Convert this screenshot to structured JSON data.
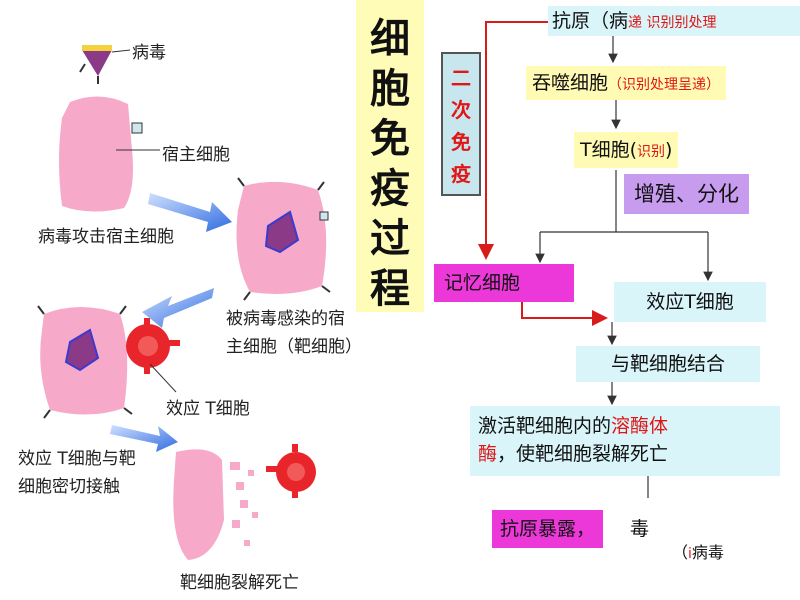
{
  "title": [
    "细",
    "胞",
    "免",
    "疫",
    "过",
    "程"
  ],
  "left_labels": {
    "virus": "病毒",
    "host_cell": "宿主细胞",
    "virus_attack": "病毒攻击宿主细胞",
    "infected_1": "被病毒感染的宿",
    "infected_2": "主细胞（靶细胞）",
    "effector_t": "效应 T细胞",
    "contact_1": "效应 T细胞与靶",
    "contact_2": "细胞密切接触",
    "lysis": "靶细胞裂解死亡"
  },
  "secondary": [
    "二",
    "次",
    "免",
    "疫"
  ],
  "flow": {
    "antigen": "抗原（病",
    "antigen_note": "递  识别别处理",
    "phagocyte": "吞噬细胞",
    "phagocyte_note": "（识别处理呈递）",
    "tcell": "T细胞(",
    "tcell_note": "识别",
    "tcell_close": ")",
    "proliferate": "增殖、分化",
    "memory": "记忆细胞",
    "effector": "效应T细胞",
    "bind": "与靶细胞结合",
    "activate_a": "激活靶细胞内的",
    "activate_b": "溶酶体",
    "activate_c": "酶",
    "activate_d": "，使靶细胞裂解死亡",
    "exposed": "抗原暴露，",
    "exposed_tail": "毒",
    "virus_tail_a": "（",
    "virus_tail_b": "病毒"
  },
  "colors": {
    "cell_pink": "#f6a9c9",
    "nucleus": "#8a3a86",
    "tcell_red": "#e8252b",
    "arrow_blue": "#3b74d8",
    "flow_red": "#d81b1b"
  }
}
